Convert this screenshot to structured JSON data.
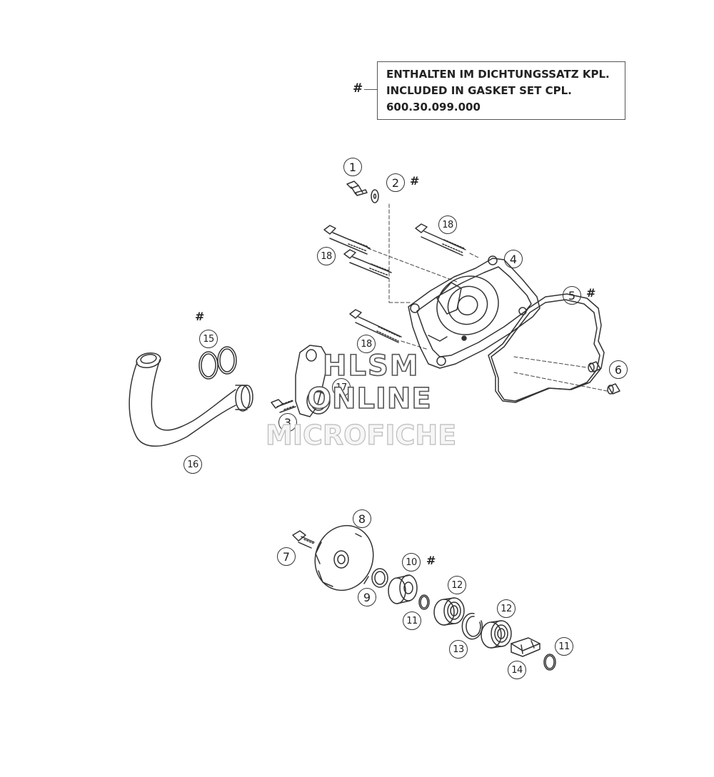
{
  "note": {
    "symbol": "#",
    "lines": [
      "ENTHALTEN IM DICHTUNGSSATZ KPL.",
      "INCLUDED IN GASKET SET CPL.",
      "600.30.099.000"
    ]
  },
  "callouts": {
    "c1": "1",
    "c2": "2",
    "c3": "3",
    "c4": "4",
    "c5": "5",
    "c6": "6",
    "c7": "7",
    "c8": "8",
    "c9": "9",
    "c10": "10",
    "c11a": "11",
    "c11b": "11",
    "c12a": "12",
    "c12b": "12",
    "c13": "13",
    "c14": "14",
    "c15": "15",
    "c16": "16",
    "c17": "17",
    "c18a": "18",
    "c18b": "18",
    "c18c": "18"
  },
  "gasket_mark": "#",
  "watermark": {
    "line1": "HLSM",
    "line2": "ONLINE",
    "line3": "MICROFICHE"
  }
}
